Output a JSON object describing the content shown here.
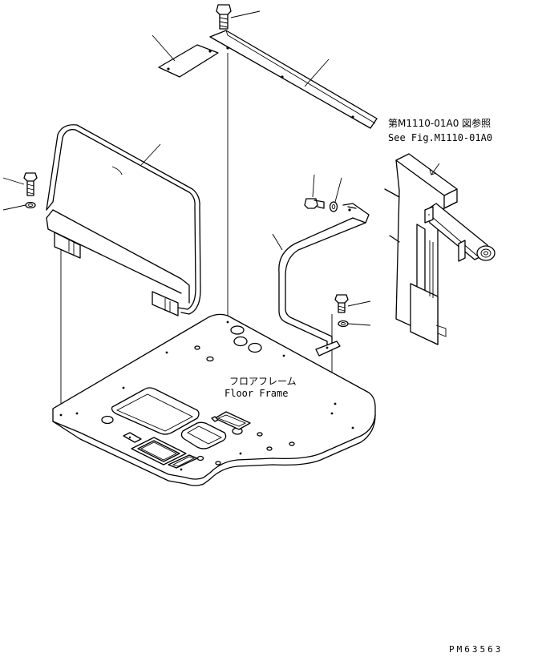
{
  "labels": {
    "floor_frame_jp": "フロアフレーム",
    "floor_frame_en": "Floor Frame",
    "see_ref_jp": "第M1110-01A0 図参照",
    "see_ref_en": "See Fig.M1110-01A0"
  },
  "drawing_code": "PM63563"
}
